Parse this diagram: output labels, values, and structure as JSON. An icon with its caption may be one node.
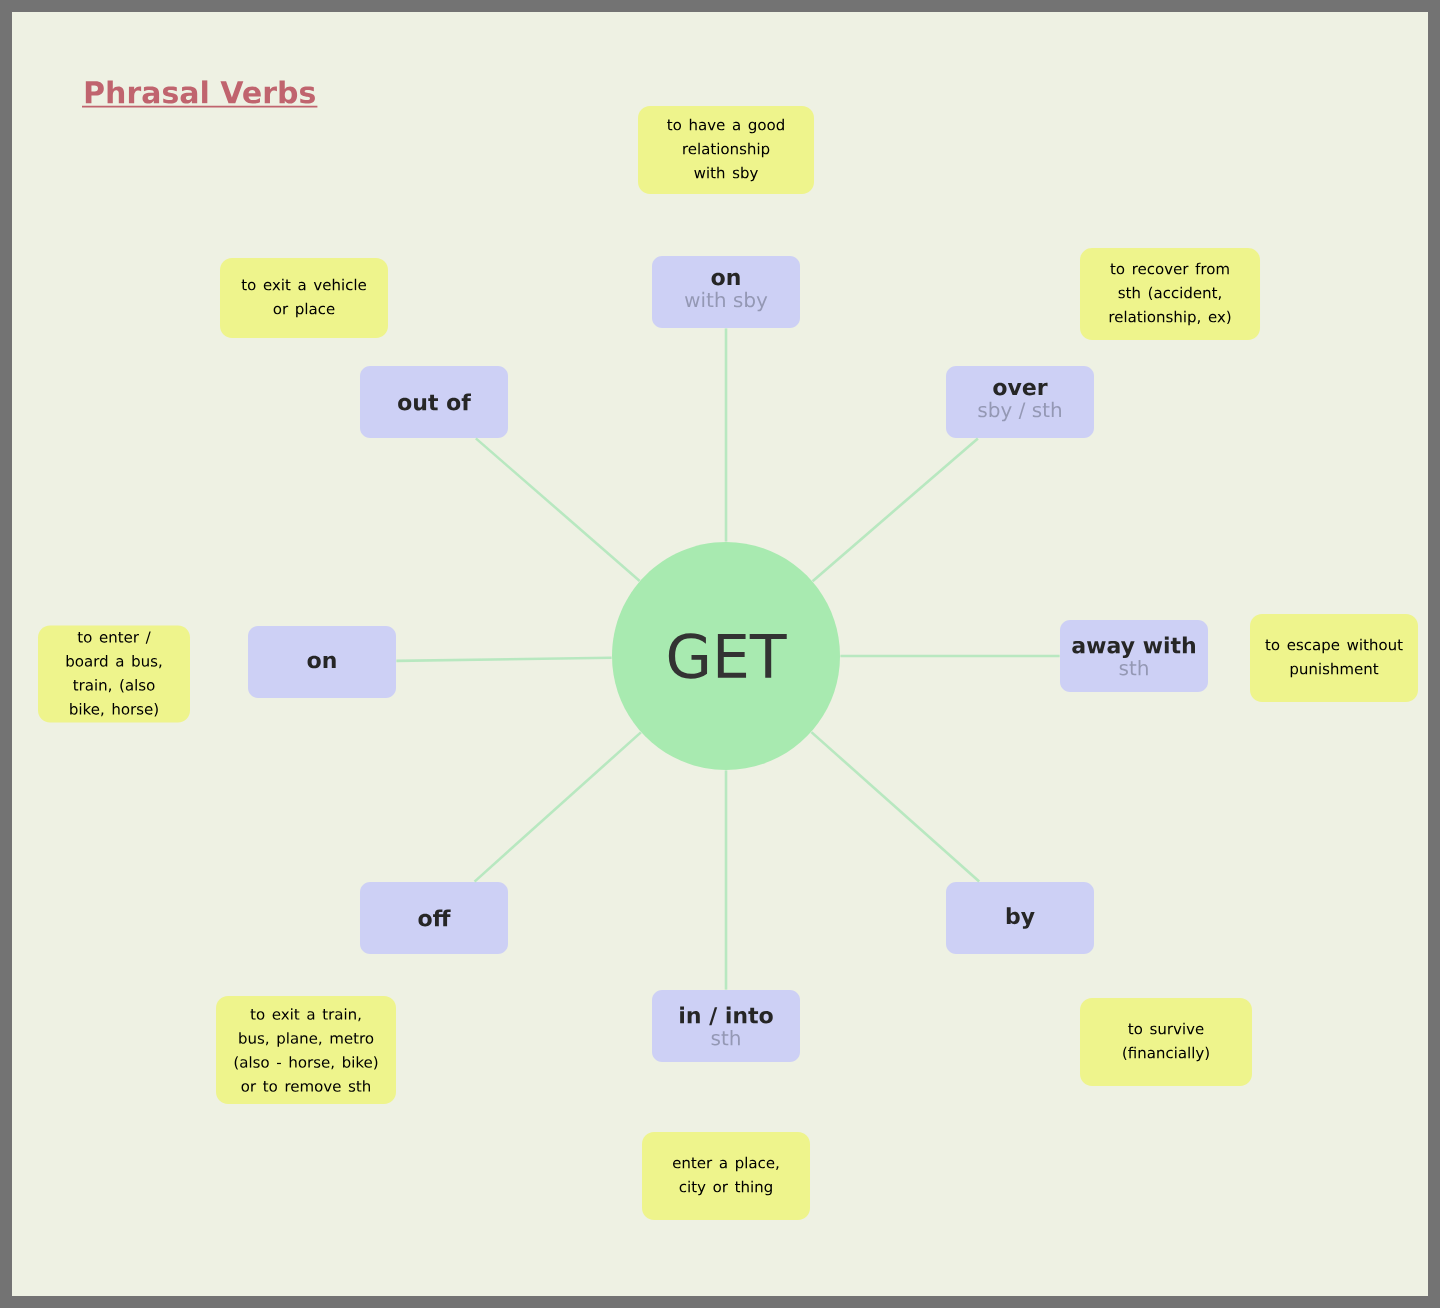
{
  "diagram": {
    "title": "Phrasal Verbs",
    "nodes": [
      {
        "text": [
          "GET"
        ]
      },
      {
        "text": [
          "on",
          "with sby"
        ]
      },
      {
        "text": [
          "over",
          "sby / sth"
        ]
      },
      {
        "text": [
          "away with",
          "sth"
        ]
      },
      {
        "text": [
          "by"
        ]
      },
      {
        "text": [
          "in / into",
          "sth"
        ]
      },
      {
        "text": [
          "off"
        ]
      },
      {
        "text": [
          "on"
        ]
      },
      {
        "text": [
          "out of"
        ]
      },
      {
        "text": [
          "to have a good relationship with sby"
        ]
      },
      {
        "text": [
          "to recover from sth (accident, relationship, ex)"
        ]
      },
      {
        "text": [
          "to escape without punishment"
        ]
      },
      {
        "text": [
          "to survive (financially)"
        ]
      },
      {
        "text": [
          "enter a place, city or thing"
        ]
      },
      {
        "text": [
          "to exit a train, bus, plane, metro (also - horse, bike) or to remove sth"
        ]
      },
      {
        "text": [
          "to enter / board a bus, train, (also bike, horse)"
        ]
      },
      {
        "text": [
          "to exit a vehicle or place"
        ]
      }
    ],
    "edges": [
      {
        "from": 0,
        "to": 1,
        "arrow": "none"
      },
      {
        "from": 0,
        "to": 2,
        "arrow": "none"
      },
      {
        "from": 0,
        "to": 3,
        "arrow": "none"
      },
      {
        "from": 0,
        "to": 4,
        "arrow": "none"
      },
      {
        "from": 0,
        "to": 5,
        "arrow": "none"
      },
      {
        "from": 0,
        "to": 6,
        "arrow": "none"
      },
      {
        "from": 0,
        "to": 7,
        "arrow": "none"
      },
      {
        "from": 0,
        "to": 8,
        "arrow": "none"
      }
    ]
  }
}
